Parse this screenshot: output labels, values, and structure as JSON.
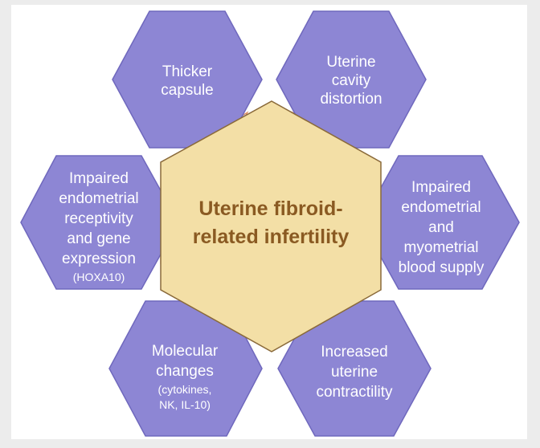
{
  "center": {
    "label_line1": "Uterine fibroid-",
    "label_line2": "related infertility"
  },
  "factors": {
    "capsule": {
      "line1": "Thicker",
      "line2": "capsule"
    },
    "cavity": {
      "line1": "Uterine",
      "line2": "cavity",
      "line3": "distortion"
    },
    "receptivity": {
      "line1": "Impaired",
      "line2": "endometrial",
      "line3": "receptivity",
      "line4": "and gene",
      "line5": "expression",
      "note": "(HOXA10)"
    },
    "blood": {
      "line1": "Impaired",
      "line2": "endometrial",
      "line3": "and",
      "line4": "myometrial",
      "line5": "blood supply"
    },
    "molecular": {
      "line1": "Molecular",
      "line2": "changes",
      "note1": "(cytokines,",
      "note2": "NK, IL-10)"
    },
    "contractility": {
      "line1": "Increased",
      "line2": "uterine",
      "line3": "contractility"
    }
  },
  "colors": {
    "factor_fill": "#8d86d4",
    "center_fill": "#f3dfa6",
    "center_text": "#8a5a22",
    "connector_fill": "#c9c9ec",
    "connector_stroke": "#e08a5a"
  }
}
